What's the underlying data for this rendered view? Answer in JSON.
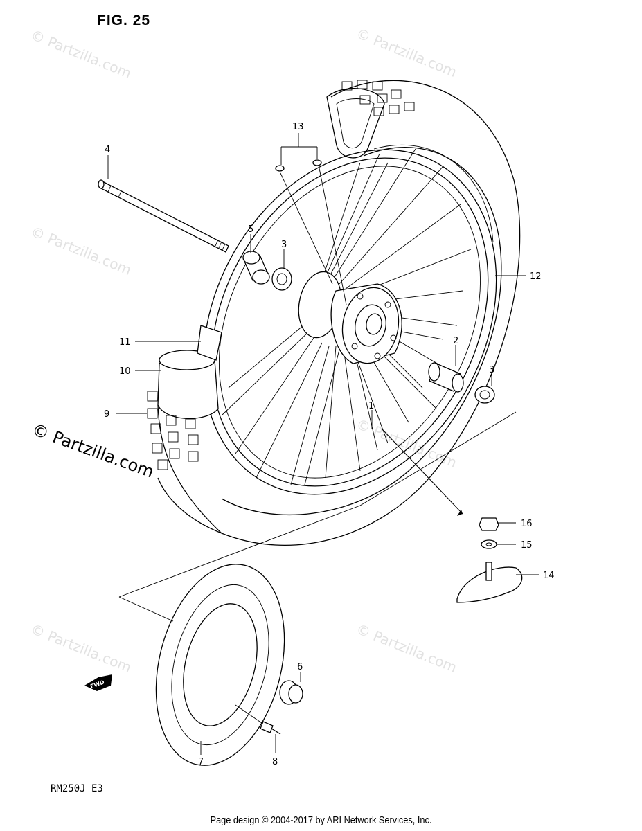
{
  "figure": {
    "title": "FIG. 25",
    "model_code": "RM250J  E3"
  },
  "footer": {
    "text": "Page design © 2004-2017 by ARI Network Services, Inc."
  },
  "watermark": {
    "small_text": "© Partzilla.com",
    "large_text": "© Partzilla.com"
  },
  "fwd_badge": {
    "text": "FWD"
  },
  "callouts": [
    {
      "id": "c1",
      "label": "1"
    },
    {
      "id": "c2",
      "label": "2"
    },
    {
      "id": "c3a",
      "label": "3"
    },
    {
      "id": "c3b",
      "label": "3"
    },
    {
      "id": "c4",
      "label": "4"
    },
    {
      "id": "c5",
      "label": "5"
    },
    {
      "id": "c6",
      "label": "6"
    },
    {
      "id": "c7",
      "label": "7"
    },
    {
      "id": "c8",
      "label": "8"
    },
    {
      "id": "c9",
      "label": "9"
    },
    {
      "id": "c10",
      "label": "10"
    },
    {
      "id": "c11",
      "label": "11"
    },
    {
      "id": "c12",
      "label": "12"
    },
    {
      "id": "c13",
      "label": "13"
    },
    {
      "id": "c14",
      "label": "14"
    },
    {
      "id": "c15",
      "label": "15"
    },
    {
      "id": "c16",
      "label": "16"
    }
  ]
}
